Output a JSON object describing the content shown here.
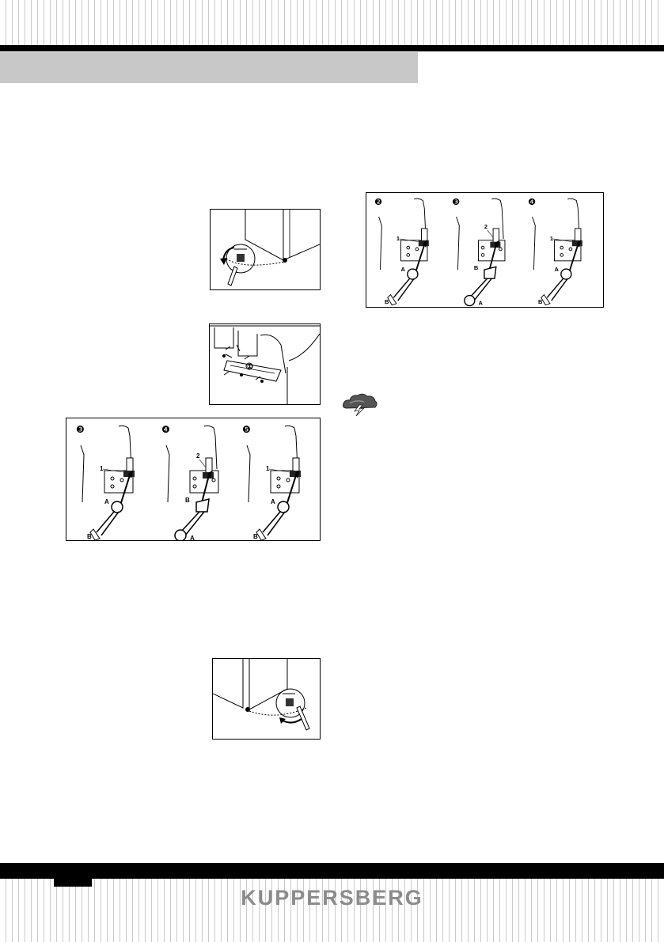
{
  "header": {
    "section_title": ""
  },
  "footer": {
    "brand": "KUPPERSBERG"
  },
  "figures": {
    "hinge_left": {
      "panels": [
        {
          "step": "❸",
          "part_label": "1",
          "wrench_top": "A",
          "wrench_bottom": "B"
        },
        {
          "step": "❹",
          "part_label": "2",
          "wrench_top": "B",
          "wrench_bottom": "A"
        },
        {
          "step": "❺",
          "part_label": "1",
          "wrench_top": "A",
          "wrench_bottom": "B"
        }
      ]
    },
    "hinge_right": {
      "panels": [
        {
          "step": "❷",
          "part_label": "1",
          "wrench_top": "A",
          "wrench_bottom": "B"
        },
        {
          "step": "❸",
          "part_label": "2",
          "wrench_top": "B",
          "wrench_bottom": "A"
        },
        {
          "step": "❹",
          "part_label": "1",
          "wrench_top": "A",
          "wrench_bottom": "B"
        }
      ]
    },
    "kickplate": {
      "callout": "①"
    }
  },
  "icons": {
    "warning": "storm-cloud-lightning-icon",
    "rotate_left": "rotate-arrow-icon",
    "rotate_right": "rotate-arrow-icon"
  }
}
